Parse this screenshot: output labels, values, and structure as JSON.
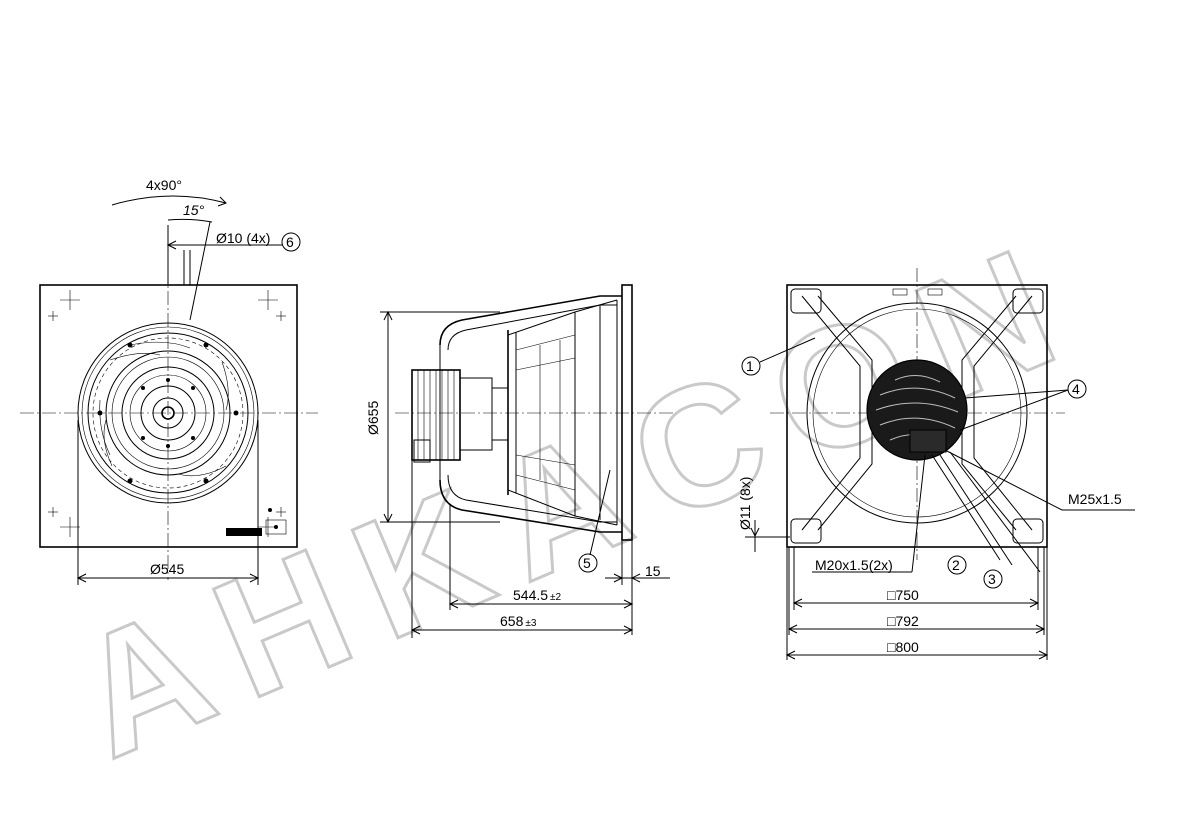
{
  "watermark": {
    "text": "AHKACON"
  },
  "front_view": {
    "pattern_label": "4x90°",
    "angle_label": "15°",
    "hole_label": "Ø10 (4x)",
    "hole_callout": "6",
    "diameter_label": "Ø545"
  },
  "side_view": {
    "height_label": "Ø655",
    "callout_5": "5",
    "flange_label": "15",
    "depth_1_value": "544.5",
    "depth_1_tol": "±2",
    "depth_2_value": "658",
    "depth_2_tol": "±3"
  },
  "rear_view": {
    "callout_1": "1",
    "callout_2": "2",
    "callout_3": "3",
    "callout_4": "4",
    "thread_large": "M25x1.5",
    "thread_small": "M20x1.5(2x)",
    "hole_label": "Ø11 (8x)",
    "square_symbol": "□",
    "width_1": "750",
    "width_2": "792",
    "width_3": "800"
  }
}
